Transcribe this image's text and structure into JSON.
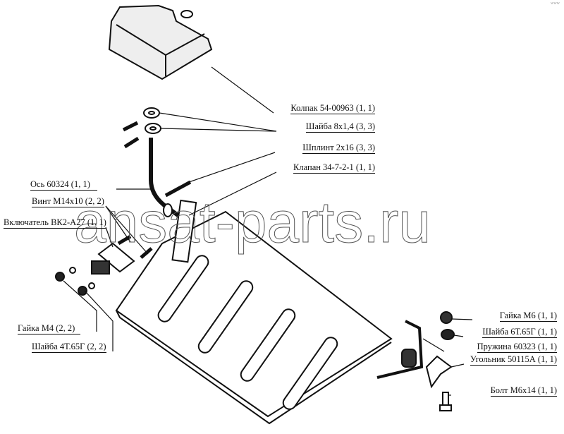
{
  "corner_mark": "www",
  "watermark": "ansat-parts.ru",
  "labels": {
    "kolpak": "Колпак 54-00963 (1, 1)",
    "shaiba_8": "Шайба 8x1,4 (3, 3)",
    "shplint": "Шплинт 2x16 (3, 3)",
    "klapan": "Клапан 34-7-2-1 (1, 1)",
    "os": "Ось 60324 (1, 1)",
    "vint": "Винт М14x10 (2, 2)",
    "vkluchatel": "Включатель ВК2-А27 (1, 1)",
    "gaika_m4": "Гайка М4 (2, 2)",
    "shaiba_4t": "Шайба 4Т.65Г (2, 2)",
    "gaika_m6": "Гайка М6 (1, 1)",
    "shaiba_6t": "Шайба 6Т.65Г (1, 1)",
    "pruzhina": "Пружина 60323 (1, 1)",
    "ugolnik": "Угольник 50115А (1, 1)",
    "bolt": "Болт М6x14 (1, 1)"
  }
}
